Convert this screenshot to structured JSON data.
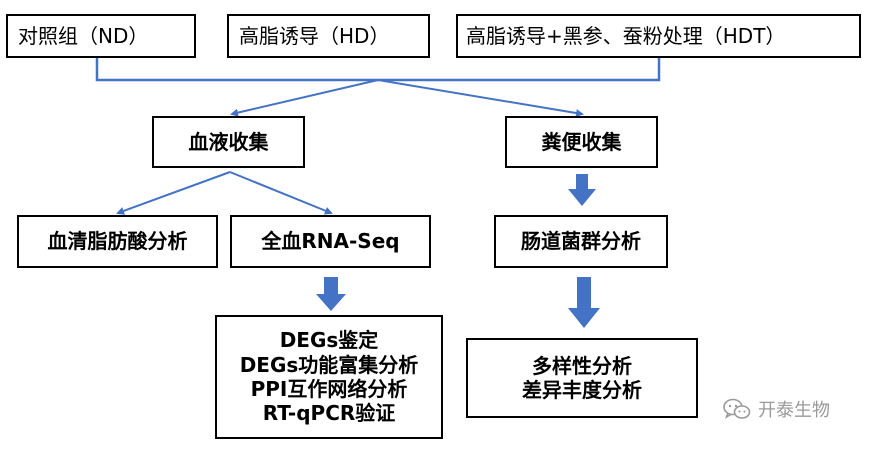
{
  "groups": {
    "nd": "对照组（ND）",
    "hd": "高脂诱导（HD）",
    "hdt": "高脂诱导+黑参、蚕粉处理（HDT）"
  },
  "collection": {
    "blood": "血液收集",
    "feces": "粪便收集"
  },
  "analysis": {
    "serum_fatty_acid": "血清脂肪酸分析",
    "rna_seq": "全血RNA-Seq",
    "gut_flora": "肠道菌群分析"
  },
  "rna_seq_results": [
    "DEGs鉴定",
    "DEGs功能富集分析",
    "PPI互作网络分析",
    "RT-qPCR验证"
  ],
  "flora_results": [
    "多样性分析",
    "差异丰度分析"
  ],
  "watermark": "开泰生物",
  "colors": {
    "connector": "#4472C4",
    "border": "#000000"
  }
}
